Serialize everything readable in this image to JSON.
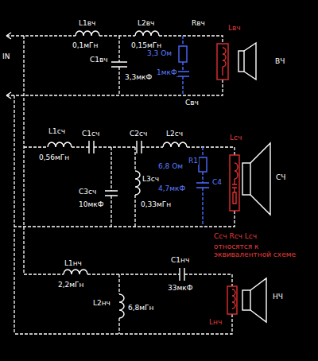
{
  "diagram": {
    "labels": [
      "IN",
      "L1вч",
      "L2вч",
      "Rвч",
      "Lвч",
      "C1вч",
      "0,1мГн",
      "0,15мГн",
      "3,3мкФ",
      "3,3 Ом",
      "1мкФ",
      "Cвч",
      "ВЧ",
      "L1сч",
      "C1сч",
      "C2сч",
      "L2сч",
      "0,56мГн",
      "C3сч",
      "L3сч",
      "10мкФ",
      "0,33мГн",
      "R1",
      "6,8 Ом",
      "C4",
      "4,7мкФ",
      "Lсч",
      "Cсч Rсч Lсч",
      "относятся к эквивалентной схеме",
      "СЧ",
      "L1нч",
      "C1нч",
      "2,2мГн",
      "33мкФ",
      "L2нч",
      "6,8мГн",
      "Lнч",
      "НЧ"
    ]
  }
}
